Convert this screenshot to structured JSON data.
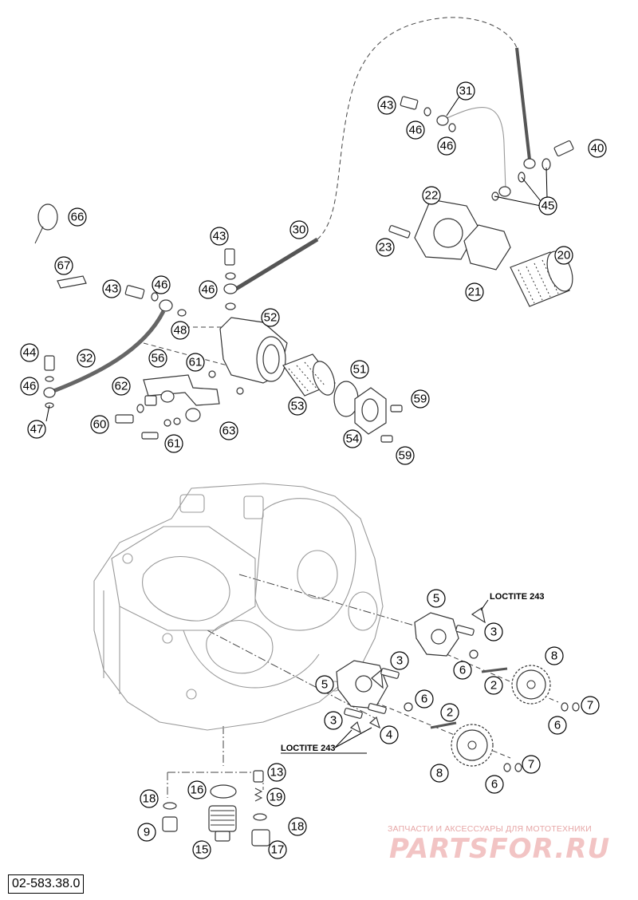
{
  "document_number": "02-583.38.0",
  "loctite_label_top": "LOCTITE 243",
  "loctite_label_bottom": "LOCTITE 243",
  "watermark": {
    "caption": "ЗАПЧАСТИ И АКСЕССУАРЫ ДЛЯ МОТОТЕХНИКИ",
    "logo": "PARTSFOR.RU"
  },
  "callouts": [
    {
      "id": "c66",
      "label": "66"
    },
    {
      "id": "c67",
      "label": "67"
    },
    {
      "id": "c43a",
      "label": "43"
    },
    {
      "id": "c46a",
      "label": "46"
    },
    {
      "id": "c46b",
      "label": "46"
    },
    {
      "id": "c31",
      "label": "31"
    },
    {
      "id": "c40",
      "label": "40"
    },
    {
      "id": "c45",
      "label": "45"
    },
    {
      "id": "c22",
      "label": "22"
    },
    {
      "id": "c23",
      "label": "23"
    },
    {
      "id": "c20",
      "label": "20"
    },
    {
      "id": "c21",
      "label": "21"
    },
    {
      "id": "c30",
      "label": "30"
    },
    {
      "id": "c43b",
      "label": "43"
    },
    {
      "id": "c46c",
      "label": "46"
    },
    {
      "id": "c43c",
      "label": "43"
    },
    {
      "id": "c46d",
      "label": "46"
    },
    {
      "id": "c48",
      "label": "48"
    },
    {
      "id": "c52",
      "label": "52"
    },
    {
      "id": "c44",
      "label": "44"
    },
    {
      "id": "c32",
      "label": "32"
    },
    {
      "id": "c56",
      "label": "56"
    },
    {
      "id": "c61a",
      "label": "61"
    },
    {
      "id": "c46e",
      "label": "46"
    },
    {
      "id": "c62",
      "label": "62"
    },
    {
      "id": "c47",
      "label": "47"
    },
    {
      "id": "c60",
      "label": "60"
    },
    {
      "id": "c61b",
      "label": "61"
    },
    {
      "id": "c63",
      "label": "63"
    },
    {
      "id": "c53",
      "label": "53"
    },
    {
      "id": "c51",
      "label": "51"
    },
    {
      "id": "c59a",
      "label": "59"
    },
    {
      "id": "c54",
      "label": "54"
    },
    {
      "id": "c59b",
      "label": "59"
    },
    {
      "id": "c5a",
      "label": "5"
    },
    {
      "id": "c3a",
      "label": "3"
    },
    {
      "id": "c6a",
      "label": "6"
    },
    {
      "id": "c8a",
      "label": "8"
    },
    {
      "id": "c3b",
      "label": "3"
    },
    {
      "id": "c5b",
      "label": "5"
    },
    {
      "id": "c2a",
      "label": "2"
    },
    {
      "id": "c6b",
      "label": "6"
    },
    {
      "id": "c7a",
      "label": "7"
    },
    {
      "id": "c6c",
      "label": "6"
    },
    {
      "id": "c3c",
      "label": "3"
    },
    {
      "id": "c4",
      "label": "4"
    },
    {
      "id": "c2b",
      "label": "2"
    },
    {
      "id": "c8b",
      "label": "8"
    },
    {
      "id": "c7b",
      "label": "7"
    },
    {
      "id": "c6d",
      "label": "6"
    },
    {
      "id": "c13",
      "label": "13"
    },
    {
      "id": "c18a",
      "label": "18"
    },
    {
      "id": "c16",
      "label": "16"
    },
    {
      "id": "c19",
      "label": "19"
    },
    {
      "id": "c9",
      "label": "9"
    },
    {
      "id": "c18b",
      "label": "18"
    },
    {
      "id": "c15",
      "label": "15"
    },
    {
      "id": "c17",
      "label": "17"
    }
  ]
}
